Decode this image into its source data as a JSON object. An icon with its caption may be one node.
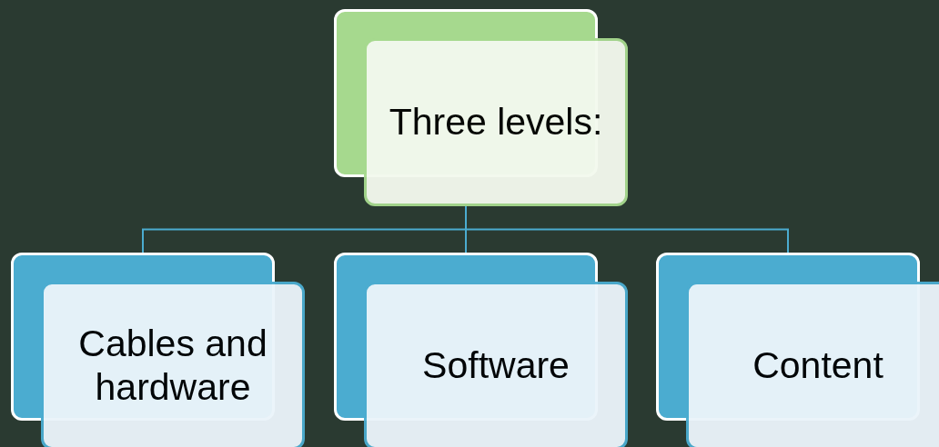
{
  "diagram": {
    "nodes": [
      {
        "text": [
          "Three levels:"
        ]
      },
      {
        "text": [
          "Cables and hardware"
        ]
      },
      {
        "text": [
          "Software"
        ]
      },
      {
        "text": [
          "Content"
        ]
      }
    ],
    "edges": [
      {
        "from": 0,
        "to": 1,
        "arrow": "none"
      },
      {
        "from": 0,
        "to": 2,
        "arrow": "none"
      },
      {
        "from": 0,
        "to": 3,
        "arrow": "none"
      }
    ]
  }
}
